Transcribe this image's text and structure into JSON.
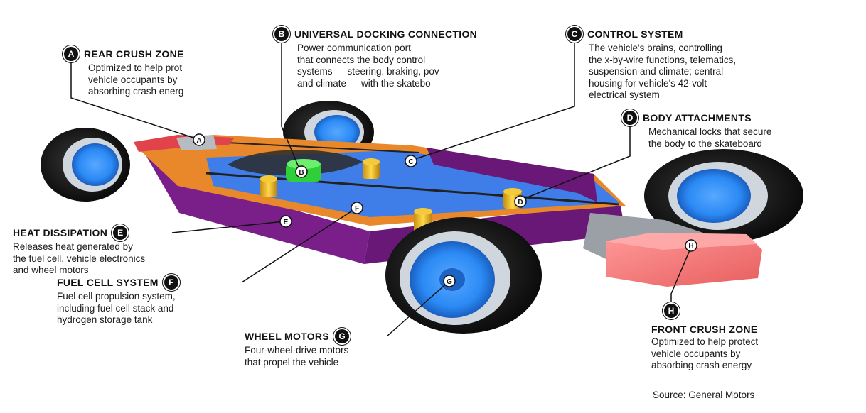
{
  "callouts": {
    "A": {
      "letter": "A",
      "title": "REAR CRUSH ZONE",
      "desc": "Optimized to help prot\nvehicle occupants by\nabsorbing crash energ"
    },
    "B": {
      "letter": "B",
      "title": "UNIVERSAL DOCKING CONNECTION",
      "desc": "Power communication port\nthat connects the body control\nsystems — steering, braking, pov\nand climate — with the skatebo"
    },
    "C": {
      "letter": "C",
      "title": "CONTROL SYSTEM",
      "desc": "The vehicle's brains, controlling\nthe x-by-wire functions, telematics,\nsuspension and climate; central\nhousing for vehicle's 42-volt\nelectrical system"
    },
    "D": {
      "letter": "D",
      "title": "BODY ATTACHMENTS",
      "desc": "Mechanical locks that secure\nthe body to the skateboard"
    },
    "E": {
      "letter": "E",
      "title": "HEAT DISSIPATION",
      "desc": "Releases heat generated by\nthe fuel cell, vehicle electronics\nand wheel motors"
    },
    "F": {
      "letter": "F",
      "title": "FUEL CELL SYSTEM",
      "desc": "Fuel cell propulsion system,\nincluding fuel cell stack and\nhydrogen storage tank"
    },
    "G": {
      "letter": "G",
      "title": "WHEEL MOTORS",
      "desc": "Four-wheel-drive motors\nthat propel the vehicle"
    },
    "H": {
      "letter": "H",
      "title": "FRONT CRUSH ZONE",
      "desc": "Optimized to help protect\nvehicle occupants by\nabsorbing crash energy"
    }
  },
  "source": "Source: General Motors",
  "colors": {
    "chassis_blue": "#3f7ee8",
    "frame_orange": "#e8882a",
    "side_purple": "#7a1f8a",
    "front_crush_pink": "#ee7777",
    "rear_crush_red": "#e0444a",
    "wheel_motor_blue": "#2b8af5",
    "tire": "#151515",
    "docking_green": "#2fcf3a",
    "attachment_gold": "#e5b21e"
  }
}
